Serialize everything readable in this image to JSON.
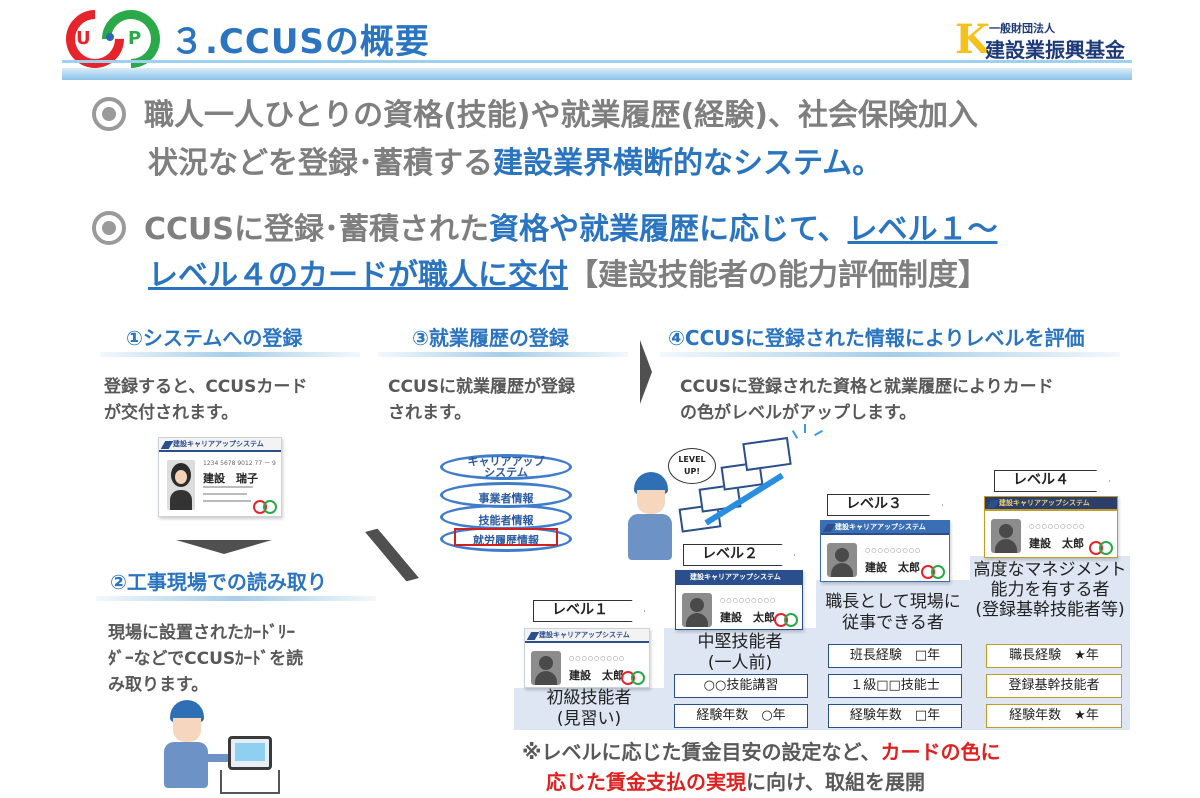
{
  "header": {
    "logo_u": "U",
    "logo_p": "P",
    "title": "３.CCUSの概要",
    "org_small": "一般財団法人",
    "org_name": "建設業振興基金"
  },
  "bullets": [
    {
      "line1": "職人一人ひとりの資格(技能)や就業履歴(経験)、社会保険加入",
      "line2_plain": "状況などを登録･蓄積する",
      "line2_highlight": "建設業界横断的なシステム。"
    },
    {
      "line1_plain": "CCUSに登録･蓄積された",
      "line1_highlight": "資格や就業履歴に応じて、",
      "line1_underline": "レベル１～",
      "line2_underline": "レベル４のカードが職人に交付",
      "line2_plain": "【建設技能者の能力評価制度】"
    }
  ],
  "steps": {
    "step1": {
      "title": "①システムへの登録",
      "desc": [
        "登録すると、CCUSカード",
        "が交付されます。"
      ]
    },
    "step2": {
      "title": "②工事現場での読み取り",
      "desc": [
        "現場に設置されたｶｰﾄﾞﾘｰ",
        "ﾀﾞｰなどでCCUSｶｰﾄﾞを読",
        "み取ります。"
      ]
    },
    "step3": {
      "title": "③就業履歴の登録",
      "desc": [
        "CCUSに就業履歴が登録",
        "されます。"
      ]
    },
    "step4": {
      "title": "④CCUSに登録された情報によりレベルを評価",
      "desc": [
        "CCUSに登録された資格と就業履歴によりカード",
        "の色がレベルがアップします。"
      ]
    }
  },
  "sample_card": {
    "system": "建設キャリアアップシステム",
    "number": "1234 5678 9012 77 ー 9",
    "name": "建設　瑞子"
  },
  "database": {
    "title": [
      "キャリアアップ",
      "システム"
    ],
    "layers": [
      "事業者情報",
      "技能者情報",
      "就労履歴情報"
    ]
  },
  "level_up_bubble": [
    "LEVEL",
    "UP!"
  ],
  "levels": [
    {
      "tag": "レベル１",
      "card_system": "建設キャリアアップシステム",
      "card_name": "建設　太郎",
      "desc": [
        "初級技能者",
        "(見習い)"
      ],
      "conditions": []
    },
    {
      "tag": "レベル２",
      "card_system": "建設キャリアアップシステム",
      "card_name": "建設　太郎",
      "desc": [
        "中堅技能者",
        "(一人前)"
      ],
      "conditions": [
        "○○技能講習",
        "経験年数　○年"
      ]
    },
    {
      "tag": "レベル３",
      "card_system": "建設キャリアアップシステム",
      "card_name": "建設　太郎",
      "desc": [
        "職長として現場に",
        "従事できる者"
      ],
      "conditions": [
        "班長経験　□年",
        "１級□□技能士",
        "経験年数　□年"
      ]
    },
    {
      "tag": "レベル４",
      "card_system": "建設キャリアアップシステム",
      "card_name": "建設　太郎",
      "desc": [
        "高度なマネジメント",
        "能力を有する者",
        "(登録基幹技能者等)"
      ],
      "conditions": [
        "職長経験　★年",
        "登録基幹技能者",
        "経験年数　★年"
      ]
    }
  ],
  "note": {
    "line1_plain": "※レベルに応じた賃金目安の設定など、",
    "line1_red": "カードの色に",
    "line2_red": "応じた賃金支払の実現",
    "line2_plain": "に向け、取組を展開"
  },
  "colors": {
    "accent_blue": "#2a74c0",
    "logo_red": "#e5242b",
    "logo_green": "#2aa948",
    "level4_gold": "#c29b2a",
    "note_red": "#e02020"
  }
}
